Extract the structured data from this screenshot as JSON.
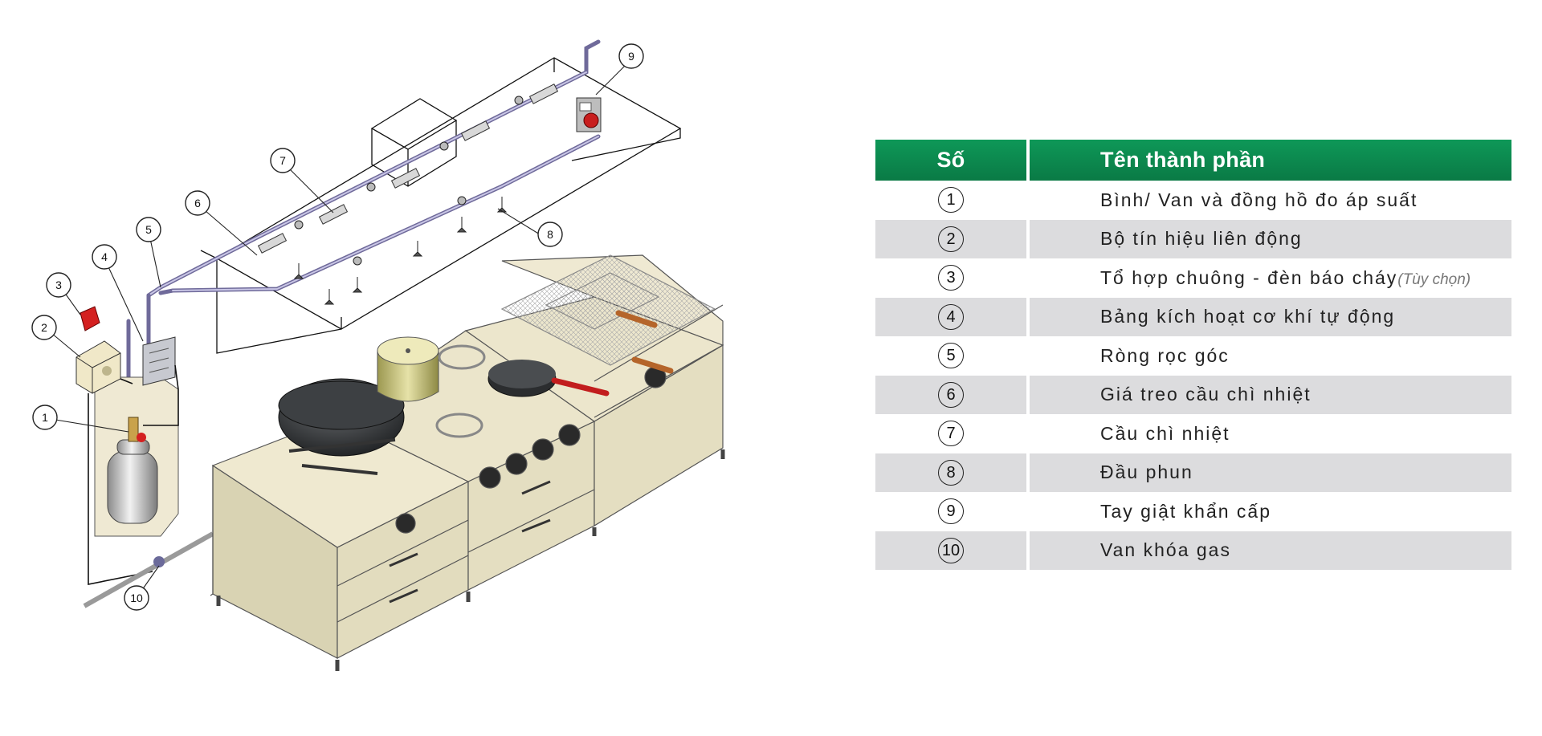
{
  "table": {
    "header": {
      "number": "Số",
      "name": "Tên thành phần"
    },
    "rows": [
      {
        "number": "1",
        "name": "Bình/ Van và đồng hồ đo áp suất",
        "note": ""
      },
      {
        "number": "2",
        "name": "Bộ tín hiệu liên động",
        "note": ""
      },
      {
        "number": "3",
        "name": "Tổ hợp chuông - đèn báo cháy",
        "note": "(Tùy chọn)"
      },
      {
        "number": "4",
        "name": "Bảng kích hoạt cơ khí tự động",
        "note": ""
      },
      {
        "number": "5",
        "name": "Ròng rọc góc",
        "note": ""
      },
      {
        "number": "6",
        "name": "Giá treo cầu chì nhiệt",
        "note": ""
      },
      {
        "number": "7",
        "name": "Cầu chì nhiệt",
        "note": ""
      },
      {
        "number": "8",
        "name": "Đầu phun",
        "note": ""
      },
      {
        "number": "9",
        "name": "Tay giật khẩn cấp",
        "note": ""
      },
      {
        "number": "10",
        "name": "Van khóa gas",
        "note": ""
      }
    ]
  },
  "diagram": {
    "callouts": [
      "1",
      "2",
      "3",
      "4",
      "5",
      "6",
      "7",
      "8",
      "9",
      "10"
    ]
  },
  "colors": {
    "header_green": "#0a8a4e",
    "row_alt": "#dcdcde",
    "pipe": "#6f6a9a",
    "cabinet": "#e6e1c4",
    "alarm_red": "#d42020"
  }
}
